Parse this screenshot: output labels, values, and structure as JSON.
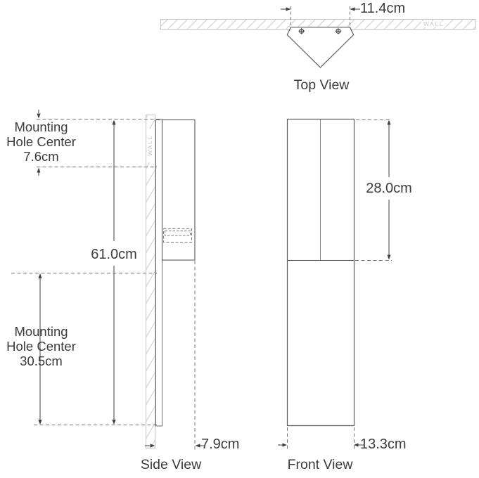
{
  "colors": {
    "outline": "#595a5e",
    "dimension_line": "#3f4042",
    "dashed_line": "#77787b",
    "hatch": "#c9cacc",
    "wall_text": "#c4c5c7",
    "label_text": "#3b3c3e",
    "background": "#ffffff"
  },
  "top_view": {
    "title": "Top View",
    "wall_label": "WALL",
    "width_dim": "11.4cm",
    "screw_count": 2
  },
  "side_view": {
    "title": "Side View",
    "wall_label": "WALL",
    "overall_height_dim": "61.0cm",
    "depth_dim": "7.9cm",
    "upper_mount": {
      "l1": "Mounting",
      "l2": "Hole Center",
      "l3": "7.6cm"
    },
    "lower_mount": {
      "l1": "Mounting",
      "l2": "Hole Center",
      "l3": "30.5cm"
    }
  },
  "front_view": {
    "title": "Front View",
    "upper_section_dim": "28.0cm",
    "width_dim": "13.3cm"
  }
}
